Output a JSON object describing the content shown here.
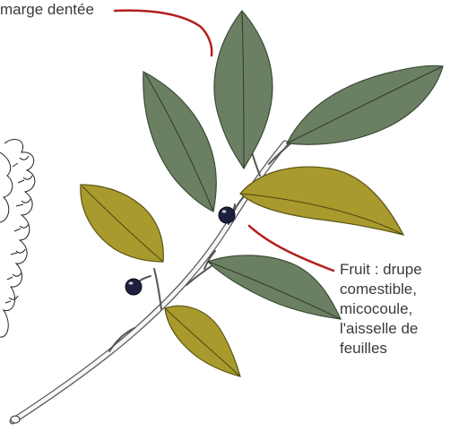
{
  "annotations": {
    "margin_label": "marge dentée",
    "fruit_label_lines": [
      "Fruit : drupe",
      "comestible,",
      "micocoule,",
      "l'aisselle de",
      "feuilles"
    ]
  },
  "colors": {
    "leaf_green": "#6b8063",
    "leaf_olive": "#a89a2c",
    "callout_line": "#b3201c",
    "berry": "#1c1f3e",
    "branch_outline": "#555555"
  }
}
